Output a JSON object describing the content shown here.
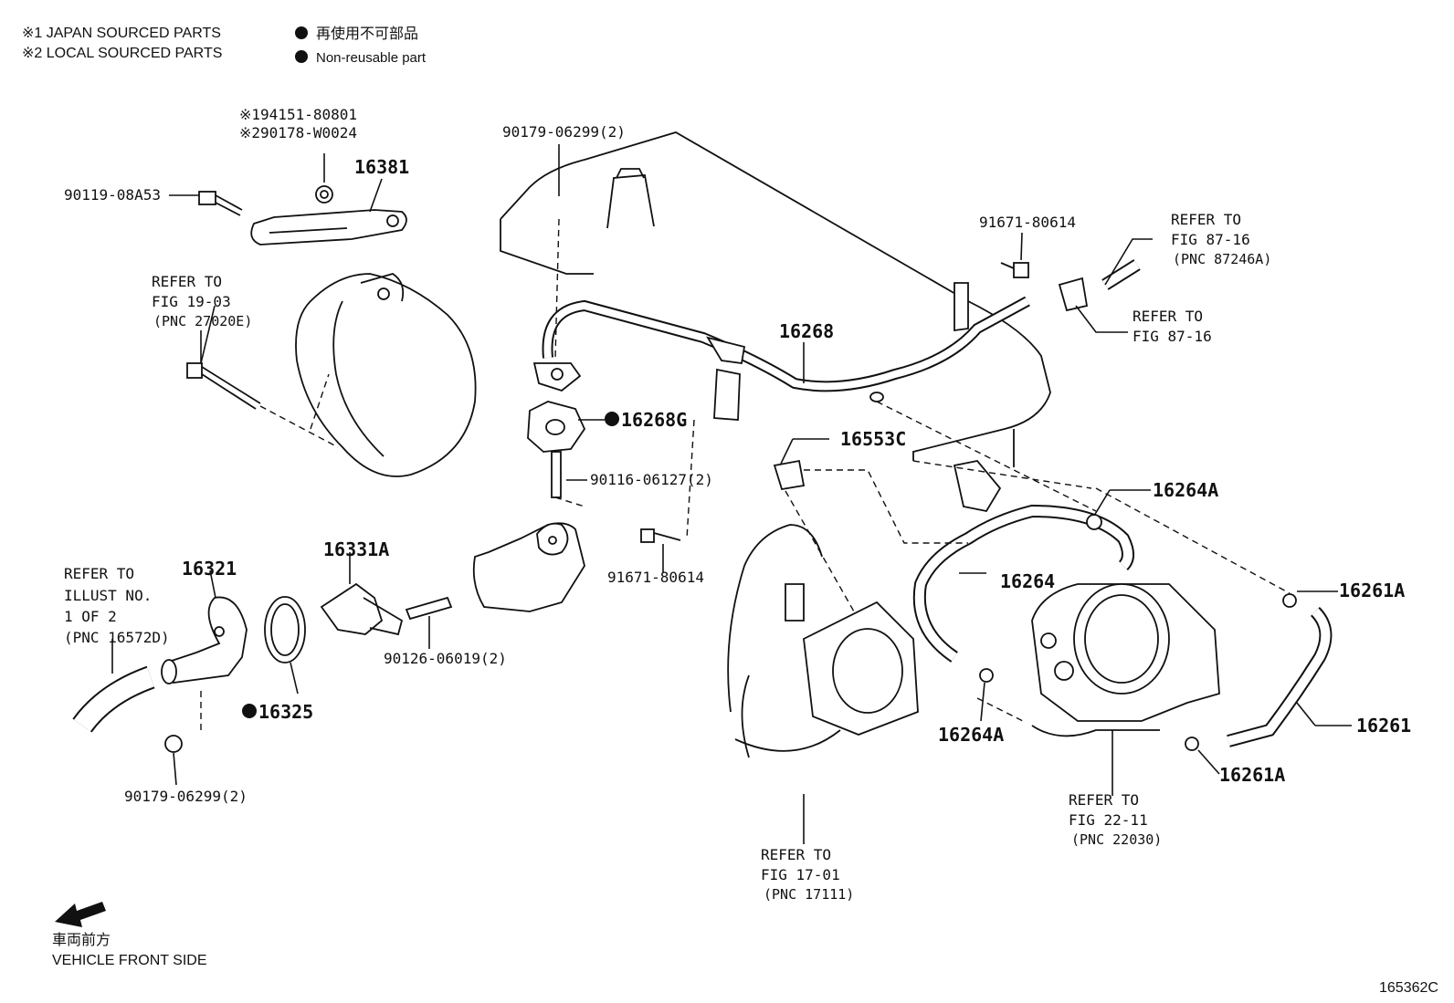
{
  "header": {
    "note1": "※1 JAPAN SOURCED PARTS",
    "note2": "※2 LOCAL SOURCED PARTS",
    "legend_jp": "再使用不可部品",
    "legend_en": "Non-reusable part"
  },
  "labels": {
    "p1": "※194151-80801",
    "p2": "※290178-W0024",
    "p16381": "16381",
    "p90119": "90119-08A53",
    "p90179_top": "90179-06299(2)",
    "p91671_top": "91671-80614",
    "refer_8716a_1": "REFER TO",
    "refer_8716a_2": "FIG 87-16",
    "refer_8716a_3": "(PNC 87246A)",
    "refer_8716b_1": "REFER TO",
    "refer_8716b_2": "FIG 87-16",
    "refer_1903_1": "REFER TO",
    "refer_1903_2": "FIG 19-03",
    "refer_1903_3": "(PNC 27020E)",
    "p16268": "16268",
    "p16268G": "16268G",
    "p16553C": "16553C",
    "p90116": "90116-06127(2)",
    "p16264A_top": "16264A",
    "p91671_mid": "91671-80614",
    "p16264": "16264",
    "p16261A_top": "16261A",
    "refer_illust_1": "REFER TO",
    "refer_illust_2": "ILLUST NO.",
    "refer_illust_3": "1 OF 2",
    "refer_illust_4": "(PNC 16572D)",
    "p16321": "16321",
    "p16331A": "16331A",
    "p90126": "90126-06019(2)",
    "p16325": "16325",
    "p16264A_bot": "16264A",
    "p16261": "16261",
    "p16261A_bot": "16261A",
    "p90179_bot": "90179-06299(2)",
    "refer_2211_1": "REFER TO",
    "refer_2211_2": "FIG 22-11",
    "refer_2211_3": "(PNC 22030)",
    "refer_1701_1": "REFER TO",
    "refer_1701_2": "FIG 17-01",
    "refer_1701_3": "(PNC 17111)"
  },
  "footer": {
    "front_jp": "車両前方",
    "front_en": "VEHICLE FRONT SIDE",
    "figure_id": "165362C"
  }
}
